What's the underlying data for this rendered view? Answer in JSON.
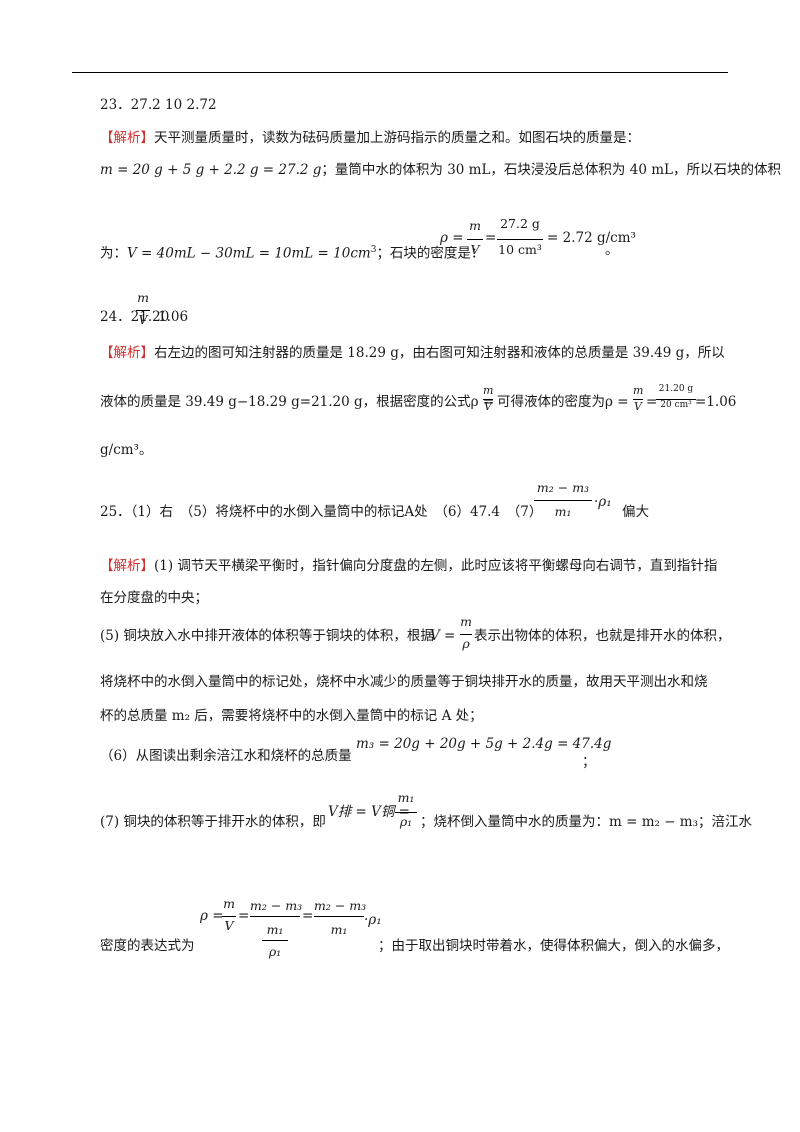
{
  "q23": {
    "header": "23．27.2 10 2.72",
    "tag": "【解析】",
    "line1": "天平测量质量时，读数为砝码质量加上游码指示的质量之和。如图石块的质量是：",
    "line2_formula": "m = 20 g + 5 g + 2.2 g = 27.2 g",
    "line2_text": "；量筒中水的体积为 30 mL，石块浸没后总体积为 40 mL，所以石块的体积",
    "line3_pre": "为：",
    "line3_formula": "V = 40mL − 30mL = 10mL = 10cm",
    "line3_exp": "3",
    "line3_mid": "；石块的密度是：",
    "rho": "ρ =",
    "m": "m",
    "V": "V",
    "num": "27.2 g",
    "den": "10 cm³",
    "result": "= 2.72 g/cm³",
    "end": "。"
  },
  "q24": {
    "num": "24．21.20",
    "m": "m",
    "V": "V",
    "tail": "1.06",
    "tag": "【解析】",
    "line1": "右左边的图可知注射器的质量是 18.29 g，由右图可知注射器和液体的总质量是 39.49 g，所以",
    "line2": "液体的质量是 39.49 g−18.29 g=21.20 g，根据密度的公式ρ =",
    "line2_mid": "可得液体的密度为ρ =",
    "frac1_num": "m",
    "frac1_den": "V",
    "frac2_num": "m",
    "frac2_den": "V",
    "frac3_num": "21.20 g",
    "frac3_den": "20 cm³",
    "line2_end": "=1.06",
    "line3": "g/cm³。"
  },
  "q25": {
    "head": "25．（1）右　（5）将烧杯中的水倒入量筒中的标记A处　（6）47.4　（7）",
    "f_num": "m₂ − m₃",
    "f_den": "m₁",
    "f_rho": "·ρ₁",
    "f_tail": "偏大",
    "tag": "【解析】",
    "p1_a": "(1) 调节天平横梁平衡时，指针偏向分度盘的左侧，此时应该将平衡螺母向右调节，直到指针指",
    "p1_b": "在分度盘的中央；",
    "p5_a": "(5) 铜块放入水中排开液体的体积等于铜块的体积，根据",
    "p5_V": "V =",
    "p5_fnum": "m",
    "p5_fden": "ρ",
    "p5_b": "表示出物体的体积，也就是排开水的体积，",
    "p5_c": "将烧杯中的水倒入量筒中的标记处，烧杯中水减少的质量等于铜块排开水的质量，故用天平测出水和烧",
    "p5_d": "杯的总质量 m₂ 后，需要将烧杯中的水倒入量筒中的标记 A 处；",
    "p6_formula": "m₃ = 20g + 20g + 5g + 2.4g = 47.4g",
    "p6_text": "（6）从图读出剩余涪江水和烧杯的总质量",
    "p6_end": "；",
    "p7_text": "(7) 铜块的体积等于排开水的体积，即",
    "p7_V": "V排 = V铜 =",
    "p7_fnum": "m₁",
    "p7_fden": "ρ₁",
    "p7_b": "；烧杯倒入量筒中水的质量为：m = m₂ − m₃；涪江水",
    "p8_text": "密度的表达式为",
    "p8_rho": "ρ =",
    "p8_m": "m",
    "p8_V": "V",
    "p8_eq": "=",
    "p8_n1": "m₂ − m₃",
    "p8_d1n": "m₁",
    "p8_d1d": "ρ₁",
    "p8_n2": "m₂ − m₃",
    "p8_d2": "m₁",
    "p8_rho1": "·ρ₁",
    "p8_tail": "；由于取出铜块时带着水，使得体积偏大，倒入的水偏多，"
  }
}
